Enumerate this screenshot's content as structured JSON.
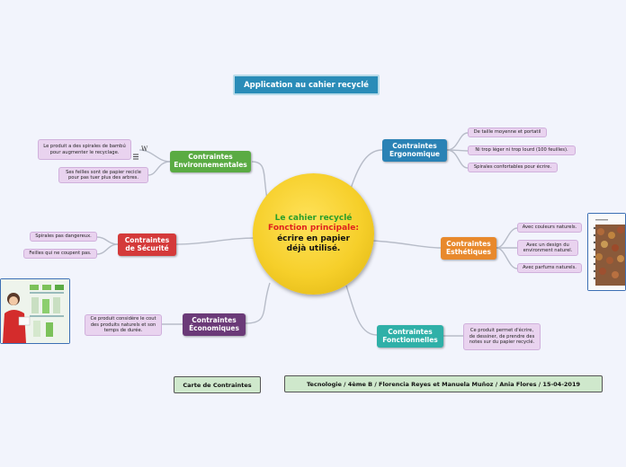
{
  "title": "Application au cahier recyclé",
  "center": {
    "line1": "Le cahier recyclé",
    "line2": "Fonction principale:",
    "line3": "écrire en papier",
    "line4": "déjà utilisé."
  },
  "branches": {
    "environnementales": {
      "label1": "Contraintes",
      "label2": "Environnementales",
      "color": "#5aab43",
      "leaves": [
        "Le produit a des spirales de bambú pour augmenter le recyclage.",
        "Ses feilles sont de papier recicle pour pas tuer plus des arbres."
      ]
    },
    "securite": {
      "label1": "Contraintes",
      "label2": "de Sécurité",
      "color": "#d43a3a",
      "leaves": [
        "Spirales pas dangereux.",
        "Feilles qui ne coupent pas."
      ]
    },
    "economiques": {
      "label1": "Contraintes",
      "label2": "Économiques",
      "color": "#6b3a78",
      "leaves": [
        "Ce produit considère le cout des produits naturels et son temps de durée."
      ]
    },
    "ergonomique": {
      "label1": "Contraintes",
      "label2": "Ergonomique",
      "color": "#2a82b5",
      "leaves": [
        "De taille moyenne et portatil",
        "Ni trop léger ni trop lourd (100 feuilles).",
        "Spirales confortables pour écrire."
      ]
    },
    "esthetiques": {
      "label1": "Contraintes",
      "label2": "Esthétiques",
      "color": "#e8892c",
      "leaves": [
        "Avec couleurs naturels.",
        "Avec un design du environment naturel.",
        "Avec parfums naturels."
      ]
    },
    "fonctionnelles": {
      "label1": "Contraintes",
      "label2": "Fonctionnelles",
      "color": "#2fb0a8",
      "leaves": [
        "Ce produit permet d'écrire, de dessiner, de prendre des notes sur du papier recyclé."
      ]
    }
  },
  "footer": {
    "map_label": "Carte de Contraintes",
    "credits": "Tecnologie / 4ème B / Florencia Reyes et Manuela Muñoz / Ania Flores / 15-04-2019"
  },
  "icons": [
    "notes-icon",
    "wikipedia-icon"
  ],
  "wiki_glyph": "W"
}
